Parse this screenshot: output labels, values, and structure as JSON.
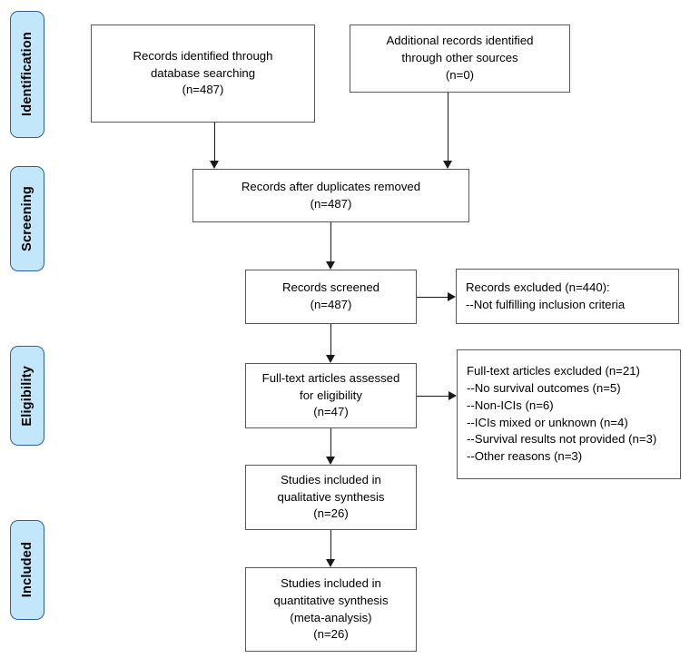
{
  "diagram": {
    "type": "prisma-flow-diagram",
    "colors": {
      "stage_tab_fill": "#c3e7fa",
      "stage_tab_border": "#2f5f93",
      "box_border": "#595959",
      "connector": "#1a1a1a",
      "background": "#ffffff"
    },
    "stages": [
      {
        "id": "identification",
        "label": "Identification"
      },
      {
        "id": "screening",
        "label": "Screening"
      },
      {
        "id": "eligibility",
        "label": "Eligibility"
      },
      {
        "id": "included",
        "label": "Included"
      }
    ],
    "nodes": {
      "records_database": {
        "text": "Records identified through\ndatabase searching\n(n=487)",
        "count": 487
      },
      "records_other_sources": {
        "text": "Additional records identified\nthrough other sources\n(n=0)",
        "count": 0
      },
      "records_after_duplicates": {
        "text": "Records after duplicates removed\n(n=487)",
        "count": 487
      },
      "records_screened": {
        "text": "Records screened\n(n=487)",
        "count": 487
      },
      "records_excluded": {
        "text": "Records excluded (n=440):\n--Not fulfilling inclusion criteria",
        "count": 440
      },
      "fulltext_assessed": {
        "text": "Full-text articles assessed\nfor eligibility\n(n=47)",
        "count": 47
      },
      "fulltext_excluded": {
        "text": "Full-text articles excluded (n=21)\n--No survival outcomes (n=5)\n--Non-ICIs (n=6)\n--ICIs mixed or unknown (n=4)\n--Survival results not provided (n=3)\n--Other reasons (n=3)",
        "count": 21,
        "reasons": [
          {
            "label": "No survival outcomes",
            "count": 5
          },
          {
            "label": "Non-ICIs",
            "count": 6
          },
          {
            "label": "ICIs mixed or unknown",
            "count": 4
          },
          {
            "label": "Survival results not provided",
            "count": 3
          },
          {
            "label": "Other reasons",
            "count": 3
          }
        ]
      },
      "qualitative_synthesis": {
        "text": "Studies included in\nqualitative synthesis\n(n=26)",
        "count": 26
      },
      "quantitative_synthesis": {
        "text": "Studies included in\nquantitative synthesis\n(meta-analysis)\n(n=26)",
        "count": 26
      }
    }
  }
}
